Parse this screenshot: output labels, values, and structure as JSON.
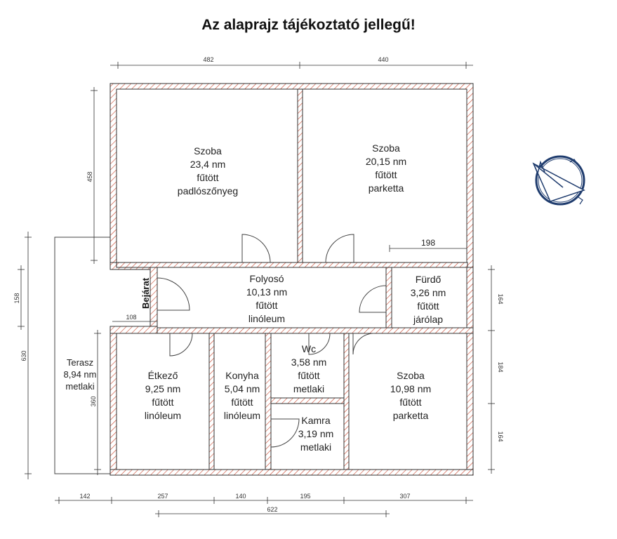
{
  "title": "Az alaprajz tájékoztató jellegű!",
  "entrance": "Bejárat",
  "rooms": [
    {
      "id": "szoba1",
      "name": "Szoba",
      "area": "23,4 nm",
      "heating": "fűtött",
      "floor": "padlószőnyeg"
    },
    {
      "id": "szoba2",
      "name": "Szoba",
      "area": "20,15 nm",
      "heating": "fűtött",
      "floor": "parketta"
    },
    {
      "id": "folyoso",
      "name": "Folyosó",
      "area": "10,13 nm",
      "heating": "fűtött",
      "floor": "linóleum"
    },
    {
      "id": "furdo",
      "name": "Fürdő",
      "area": "3,26 nm",
      "heating": "fűtött",
      "floor": "járólap"
    },
    {
      "id": "etkezo",
      "name": "Étkező",
      "area": "9,25 nm",
      "heating": "fűtött",
      "floor": "linóleum"
    },
    {
      "id": "konyha",
      "name": "Konyha",
      "area": "5,04 nm",
      "heating": "fűtött",
      "floor": "linóleum"
    },
    {
      "id": "wc",
      "name": "Wc",
      "area": "3,58 nm",
      "heating": "fűtött",
      "floor": "metlaki"
    },
    {
      "id": "kamra",
      "name": "Kamra",
      "area": "3,19 nm",
      "heating": "",
      "floor": "metlaki"
    },
    {
      "id": "szoba3",
      "name": "Szoba",
      "area": "10,98 nm",
      "heating": "fűtött",
      "floor": "parketta"
    },
    {
      "id": "terasz",
      "name": "Terasz",
      "area": "8,94 nm",
      "heating": "",
      "floor": "metlaki"
    }
  ],
  "dimensions": {
    "top_left": "482",
    "top_right": "440",
    "left_upper": "458",
    "inner_198": "198",
    "entrance_108": "108",
    "left_158": "158",
    "left_630": "630",
    "left_360": "360",
    "right_164_top": "164",
    "right_184": "184",
    "right_164_bottom": "164",
    "bottom_142": "142",
    "bottom_257": "257",
    "bottom_140": "140",
    "bottom_195": "195",
    "bottom_307": "307",
    "bottom_622": "622"
  }
}
